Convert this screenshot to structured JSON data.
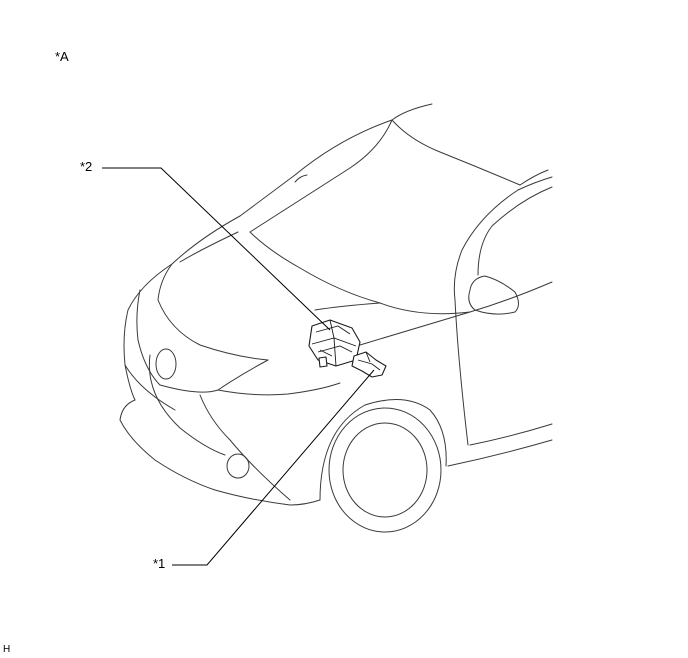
{
  "diagram": {
    "view_label": "*A",
    "callouts": [
      {
        "id": "1",
        "label": "*1"
      },
      {
        "id": "2",
        "label": "*2"
      }
    ],
    "figure_code": "H"
  },
  "colors": {
    "line": "#3a3a3a",
    "ink": "#000000",
    "background": "#ffffff"
  }
}
